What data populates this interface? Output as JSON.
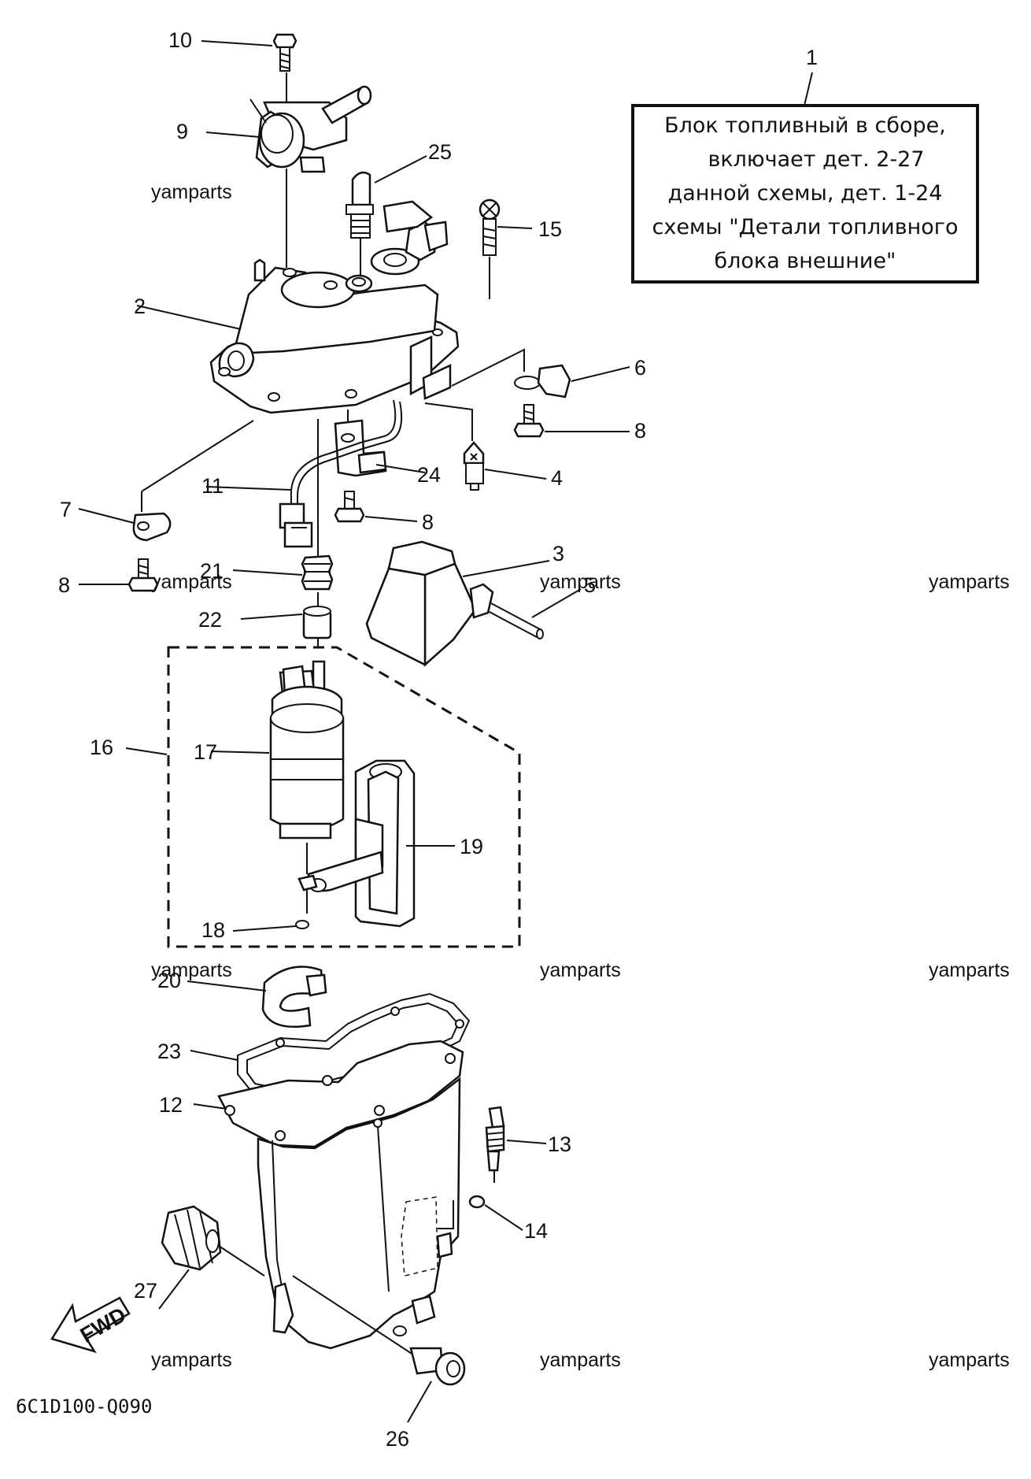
{
  "diagram": {
    "code": "6C1D100-Q090",
    "fwd_label": "FWD",
    "note": {
      "ref": "1",
      "lines": [
        "Блок топливный в сборе,",
        "включает дет. 2-27",
        "данной схемы, дет. 1-24",
        "схемы \"Детали топливного",
        "блока внешние\""
      ]
    },
    "watermark": "yamparts",
    "labels": {
      "p2": "2",
      "p3": "3",
      "p4": "4",
      "p5": "5",
      "p6": "6",
      "p7": "7",
      "p8a": "8",
      "p8b": "8",
      "p8c": "8",
      "p9": "9",
      "p10": "10",
      "p11": "11",
      "p12": "12",
      "p13": "13",
      "p14": "14",
      "p15": "15",
      "p16": "16",
      "p17": "17",
      "p18": "18",
      "p19": "19",
      "p20": "20",
      "p21": "21",
      "p22": "22",
      "p23": "23",
      "p24": "24",
      "p25": "25",
      "p26": "26",
      "p27": "27"
    }
  }
}
